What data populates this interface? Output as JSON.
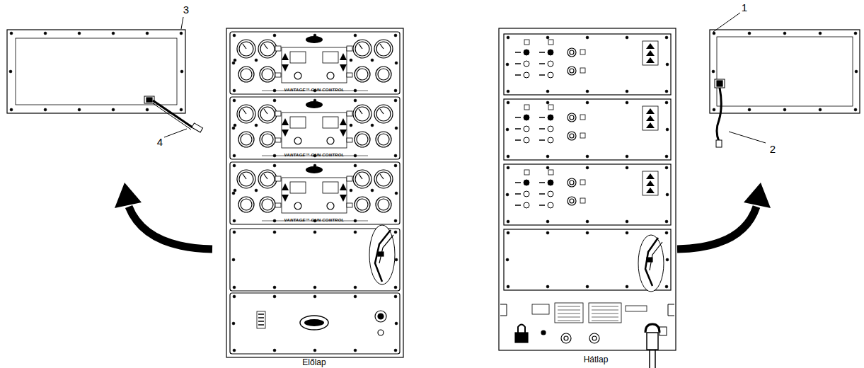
{
  "diagram": {
    "labels": [
      "3",
      "4",
      "1",
      "2",
      "VANTAGE™ GUN CONTROL",
      "VANTAGE™ GUN CONTROL",
      "VANTAGE™ GUN CONTROL",
      "Előlap",
      "Hátlap"
    ]
  }
}
